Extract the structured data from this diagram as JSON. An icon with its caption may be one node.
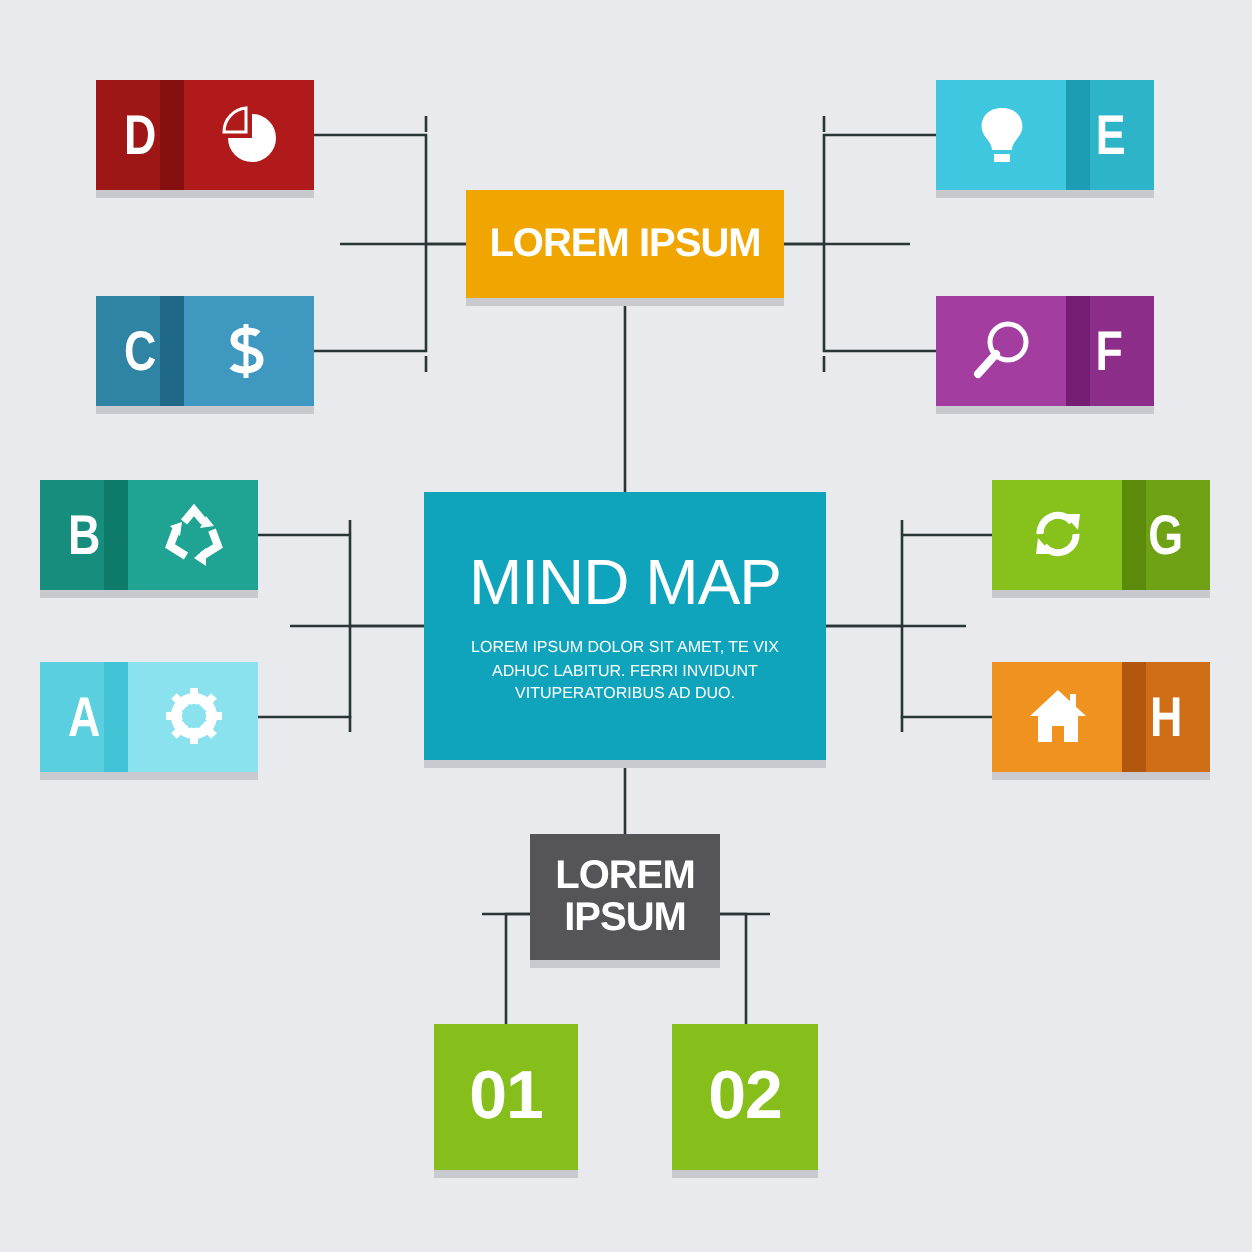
{
  "diagram": {
    "nodes": [
      {
        "text": [
          "D"
        ]
      },
      {
        "text": [
          "E"
        ]
      },
      {
        "text": [
          "LOREM IPSUM"
        ]
      },
      {
        "text": [
          "C"
        ]
      },
      {
        "text": [
          "F"
        ]
      },
      {
        "text": [
          "B"
        ]
      },
      {
        "text": [
          "G"
        ]
      },
      {
        "text": [
          "MIND MAP",
          "LOREM IPSUM DOLOR SIT AMET, TE VIX ADHUC LABITUR. FERRI INVIDUNT VITUPERATORIBUS AD DUO."
        ]
      },
      {
        "text": [
          "A"
        ]
      },
      {
        "text": [
          "H"
        ]
      },
      {
        "text": [
          "LOREM IPSUM"
        ]
      },
      {
        "text": [
          "01"
        ]
      },
      {
        "text": [
          "02"
        ]
      }
    ],
    "edges": [
      {
        "from": 2,
        "to": 0,
        "arrow": "none"
      },
      {
        "from": 2,
        "to": 3,
        "arrow": "none"
      },
      {
        "from": 2,
        "to": 1,
        "arrow": "none"
      },
      {
        "from": 2,
        "to": 4,
        "arrow": "none"
      },
      {
        "from": 7,
        "to": 2,
        "arrow": "none"
      },
      {
        "from": 7,
        "to": 5,
        "arrow": "none"
      },
      {
        "from": 7,
        "to": 8,
        "arrow": "none"
      },
      {
        "from": 7,
        "to": 6,
        "arrow": "none"
      },
      {
        "from": 7,
        "to": 9,
        "arrow": "none"
      },
      {
        "from": 7,
        "to": 10,
        "arrow": "none"
      },
      {
        "from": 10,
        "to": 11,
        "arrow": "none"
      },
      {
        "from": 10,
        "to": 12,
        "arrow": "none"
      }
    ]
  }
}
